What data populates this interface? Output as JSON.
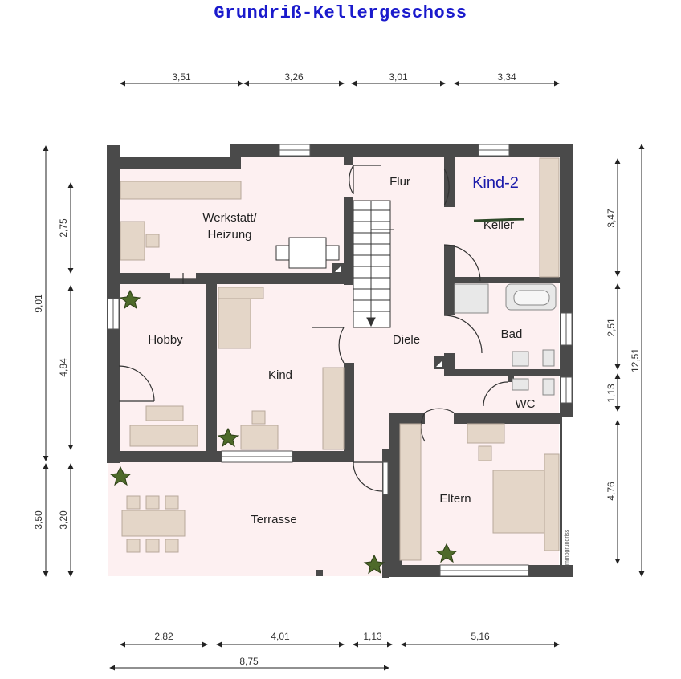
{
  "title": "Grundriß-Kellergeschoss",
  "rooms": {
    "werkstatt_line1": "Werkstatt/",
    "werkstatt_line2": "Heizung",
    "flur": "Flur",
    "kind2": "Kind-2",
    "keller": "Keller",
    "hobby": "Hobby",
    "kind": "Kind",
    "diele": "Diele",
    "bad": "Bad",
    "wc": "WC",
    "eltern": "Eltern",
    "terrasse": "Terrasse"
  },
  "dimensions": {
    "top": [
      "3,51",
      "3,26",
      "3,01",
      "3,34"
    ],
    "bottom": [
      "2,82",
      "4,01",
      "1,13",
      "5,16"
    ],
    "bottom_total": "8,75",
    "left_outer": [
      "9,01",
      "3,50"
    ],
    "left_inner": [
      "2,75",
      "4,84",
      "3,20"
    ],
    "right_inner": [
      "3,47",
      "2,51",
      "1,13",
      "4,76"
    ],
    "right_total": "12,51"
  },
  "watermark": "Immogrundriss",
  "colors": {
    "title": "#1a1acc",
    "wall": "#4a4a4a",
    "floor": "#fdf0f1",
    "furniture": "#e4d6c8",
    "kind2_label": "#1a1aaa"
  }
}
